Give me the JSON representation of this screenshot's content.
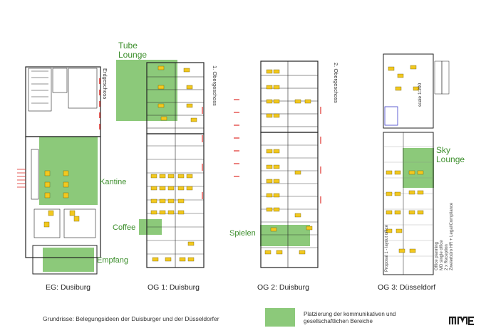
{
  "floors": [
    {
      "id": "eg",
      "title": "EG: Dusiburg",
      "rotated_label": "Erdgeschoss"
    },
    {
      "id": "og1",
      "title": "OG 1: Duisburg",
      "rotated_label": "1. Obergeschoss"
    },
    {
      "id": "og2",
      "title": "OG 2: Duisburg",
      "rotated_label": "2. Obergeschoss"
    },
    {
      "id": "og3",
      "title": "OG 3: Düsseldorf",
      "scale_label": "scale 1:200"
    }
  ],
  "zones": {
    "tube_lounge": "Tube\nLounge",
    "kantine": "Kantine",
    "coffee": "Coffee",
    "empfang": "Empfang",
    "spielen": "Spielen",
    "sky_lounge": "Sky\nLounge"
  },
  "og3_notes": {
    "proposal": "Proposal 1 - layout office",
    "office_planning": "Office planning",
    "mo_single_office": "MD single office",
    "x2_reception": "2 x Reception",
    "zweierbuero": "Zweierbüro HR + Legal/Compliance"
  },
  "caption": "Grundrisse: Belegungsideen der Duisburger und der Düsseldorfer",
  "legend": {
    "text": "Platzierung der kommunikativen und gesellschaftlichen Bereiche",
    "color": "#8cc97a"
  },
  "logo": "nme",
  "colors": {
    "green_zone": "#8cc97a",
    "green_text": "#3d8f2d",
    "desk": "#f2c81f",
    "wall": "#222222",
    "red_note": "#e0302a"
  }
}
